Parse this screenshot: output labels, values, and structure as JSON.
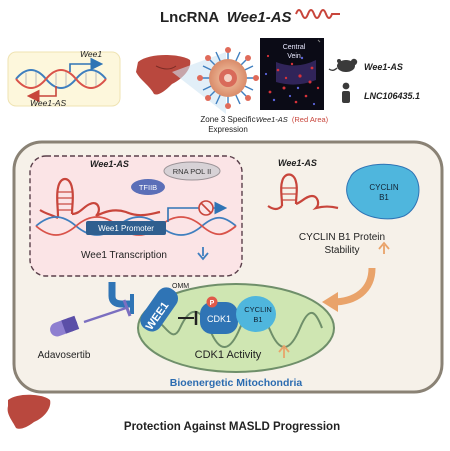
{
  "title": {
    "prefix": "LncRNA",
    "gene": "Wee1-AS"
  },
  "top_row": {
    "locus_wee1": "Wee1",
    "locus_wee1_as": "Wee1-AS",
    "zone_caption_line1": "Zone 3 Specific",
    "zone_caption_line2": "Expression",
    "central_vein_line1": "Central",
    "central_vein_line2": "Vein",
    "micro_caption_gene": "Wee1-AS",
    "micro_caption_area": "(Red Area)",
    "mouse_gene": "Wee1-AS",
    "human_gene": "LNC106435.1"
  },
  "transcription_panel": {
    "rna_label": "Wee1-AS",
    "polymerase": "RNA POL II",
    "factor": "TFIIB",
    "promoter": "Wee1 Promoter",
    "outcome": "Wee1 Transcription"
  },
  "cyclin_panel": {
    "rna_label": "Wee1-AS",
    "protein_line1": "CYCLIN",
    "protein_line2": "B1",
    "outcome_line1": "CYCLIN B1 Protein",
    "outcome_line2": "Stability"
  },
  "mito_panel": {
    "membrane": "OMM",
    "kinase": "WEE1",
    "phospho": "P",
    "cdk": "CDK1",
    "cyclin_line1": "CYCLIN",
    "cyclin_line2": "B1",
    "activity": "CDK1 Activity",
    "drug": "Adavosertib",
    "organelle": "Bioenergetic Mitochondria"
  },
  "footer": "Protection Against MASLD Progression",
  "colors": {
    "rna_red": "#c8453b",
    "dna_red": "#d9534a",
    "dna_blue": "#3f7fbf",
    "panel_fill": "#f6f1e9",
    "panel_border": "#8a8275",
    "pink_box": "#fbe4e6",
    "cyclin_blue": "#4fb6dd",
    "wee1_blue": "#2f74b5",
    "mito_green": "#cfe6b2",
    "mito_title": "#2c6cb0",
    "orange_arrow": "#e9a36a",
    "liver_red": "#b9483e"
  },
  "icons": [
    "liver-icon",
    "mouse-icon",
    "human-icon",
    "dna-icon",
    "rna-hairpin-icon",
    "pill-icon",
    "up-arrow-icon",
    "down-arrow-icon",
    "inhibition-icon",
    "x-mark-icon"
  ]
}
